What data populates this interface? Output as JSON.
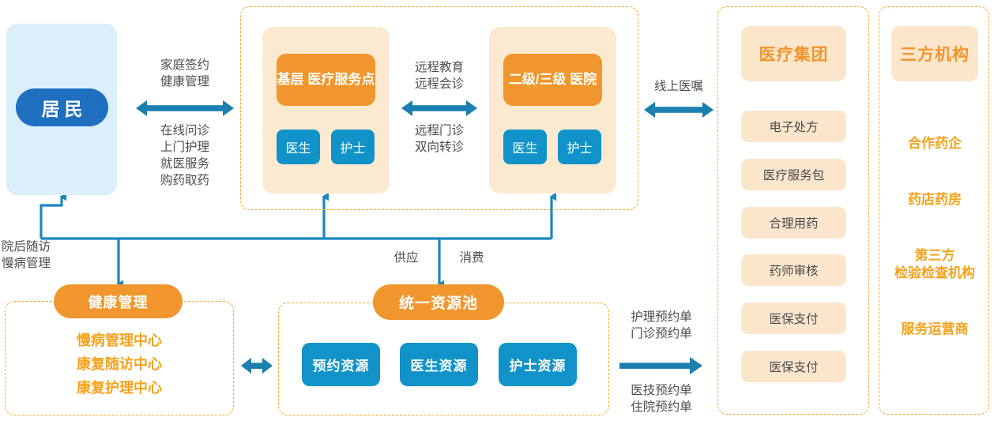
{
  "meta": {
    "title": "互联网医院分级诊疗与资源协同架构图",
    "colors": {
      "orange": "#f0962c",
      "orange_text": "#f5a21e",
      "cyan": "#1193c9",
      "blue_dark": "#1f6fc0",
      "blue_light_panel": "#daeefb",
      "cream": "#fbeacf",
      "peach": "#fbe6cb",
      "wire": "#1b86c0",
      "dashed_border": "#f5a623",
      "text_gray": "#4d4d4d"
    }
  },
  "resident": {
    "label": "居民"
  },
  "resident_flow": {
    "top": "家庭签约\n健康管理",
    "bottom": "在线问诊\n上门护理\n就医服务\n购药取药",
    "arrow_icon": "double-arrow-horizontal"
  },
  "care_group": {
    "primary": {
      "title": "基层\n医疗服务点",
      "roles": [
        "医生",
        "护士"
      ]
    },
    "hospital": {
      "title": "二级/三级\n医院",
      "roles": [
        "医生",
        "护士"
      ]
    },
    "between_top": "远程教育\n远程会诊",
    "between_bottom": "远程门诊\n双向转诊",
    "between_arrow_icon": "double-arrow-horizontal"
  },
  "online_order": {
    "label": "线上医嘱",
    "arrow_icon": "double-arrow-horizontal"
  },
  "medical_group": {
    "header": "医疗集团",
    "items": [
      "电子处方",
      "医疗服务包",
      "合理用药",
      "药师审核",
      "医保支付",
      "医保支付"
    ]
  },
  "third_party": {
    "header": "三方机构",
    "items": [
      "合作药企",
      "药店药房",
      "第三方\n检验检查机构",
      "服务运营商"
    ]
  },
  "health_mgmt": {
    "title": "健康管理",
    "items": [
      "慢病管理中心",
      "康复随访中心",
      "康复护理中心"
    ],
    "inbound_label": "院后随访\n慢病管理"
  },
  "resource_pool": {
    "title": "统一资源池",
    "items": [
      "预约资源",
      "医生资源",
      "护士资源"
    ],
    "supply_label": "供应",
    "consume_label": "消费"
  },
  "hm_rp_link": {
    "arrow_icon": "double-arrow-horizontal"
  },
  "order_flow": {
    "top": "护理预约单\n门诊预约单",
    "bottom": "医技预约单\n住院预约单",
    "arrow_icon": "arrow-right"
  }
}
